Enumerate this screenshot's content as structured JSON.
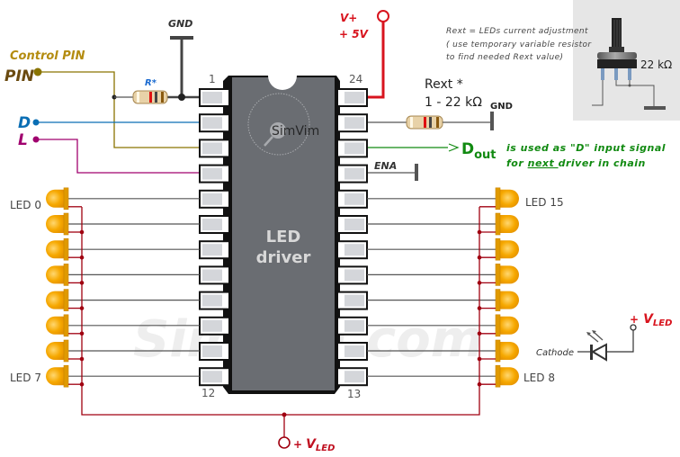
{
  "chip": {
    "title_line1": "LED",
    "title_line2": "driver",
    "logo": "SimVim",
    "pin_first_left": "1",
    "pin_last_left": "12",
    "pin_first_right": "24",
    "pin_last_right": "13"
  },
  "watermark": "SimVim.com",
  "inputs": {
    "control_pin_caption": "Control PIN",
    "pin_label": "PIN",
    "d_label": "D",
    "l_label": "L",
    "r_label": "R*",
    "gnd_top": "GND"
  },
  "power": {
    "vplus": "V+",
    "vplus_value": "+ 5V"
  },
  "rext": {
    "label": "Rext *",
    "range": "1 - 22 kΩ",
    "gnd": "GND",
    "note_line1": "Rext = LEDs current adjustment",
    "note_line2": "( use temporary variable resistor",
    "note_line3": "to find needed Rext  value)",
    "pot_value": "22 kΩ"
  },
  "dout": {
    "label": "D",
    "label_sub": "out",
    "note_line1": "is used as \"D\" input signal",
    "note_line2_pre": "for ",
    "note_line2_emph": "next ",
    "note_line2_post": "driver in chain"
  },
  "ena": {
    "label": "ENA"
  },
  "leds": {
    "left_top": "LED 0",
    "left_bottom": "LED 7",
    "right_top": "LED 15",
    "right_bottom": "LED 8",
    "left_count": 8,
    "right_count": 8
  },
  "vled": {
    "bottom_plus": "+",
    "bottom_label": "V",
    "bottom_sub": "LED",
    "legend_plus": "+",
    "legend_label": "V",
    "legend_sub": "LED",
    "cathode": "Cathode"
  },
  "colors": {
    "pin_wire": "#8a7400",
    "d_wire": "#0a6eb4",
    "l_wire": "#a0006e",
    "power_red": "#d8141e",
    "vled_red": "#a00010",
    "dout_green": "#118a11",
    "chip_body": "#6a6d72",
    "led_orange": "#f0a000"
  }
}
